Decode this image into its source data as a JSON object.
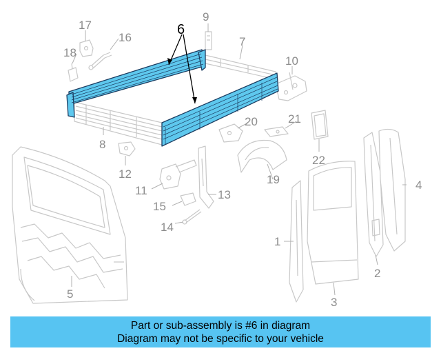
{
  "diagram": {
    "highlight_color": "#5ec8ee",
    "highlight_outline": "#1c3c60",
    "ghost_color": "#c8c8c8",
    "highlighted_callout": "6",
    "callouts": {
      "c1": "1",
      "c2": "2",
      "c3": "3",
      "c4": "4",
      "c5": "5",
      "c6": "6",
      "c7": "7",
      "c8": "8",
      "c9": "9",
      "c10": "10",
      "c11": "11",
      "c12": "12",
      "c13": "13",
      "c14": "14",
      "c15": "15",
      "c16": "16",
      "c17": "17",
      "c18": "18",
      "c19": "19",
      "c20": "20",
      "c21": "21",
      "c22": "22"
    }
  },
  "banner": {
    "line1": "Part or sub-assembly is #6 in diagram",
    "line2": "Diagram may not be specific to your vehicle",
    "color": "#57c4f2"
  }
}
